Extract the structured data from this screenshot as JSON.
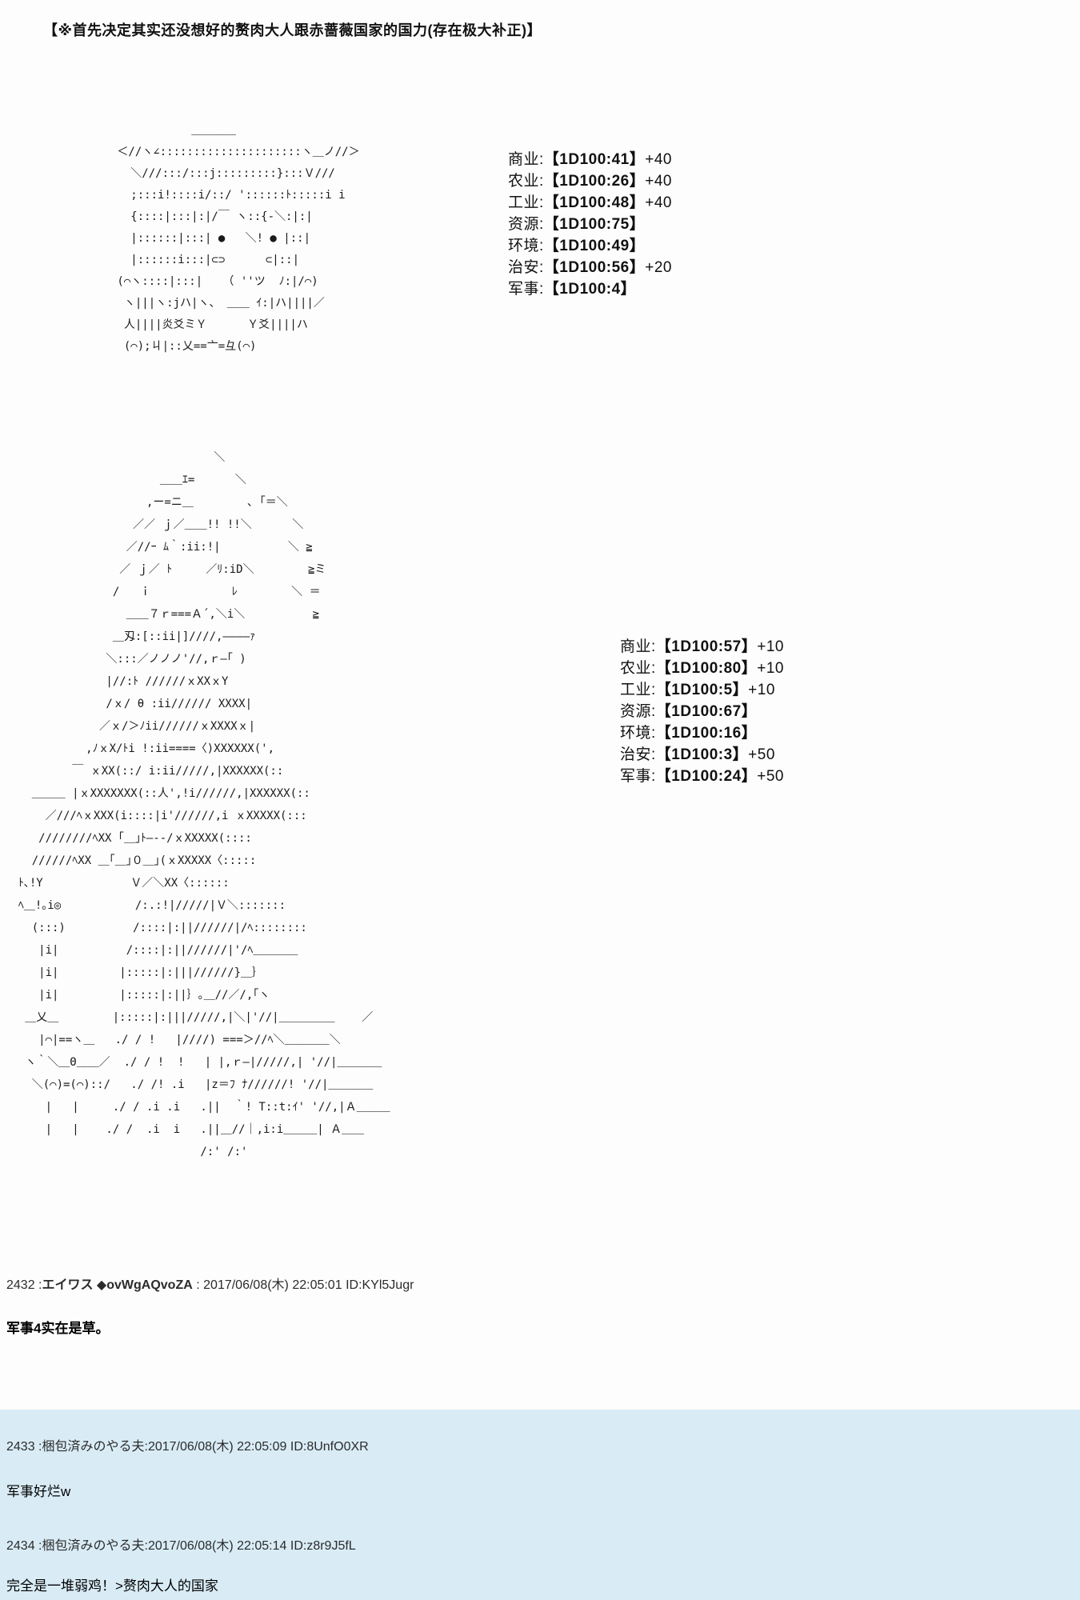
{
  "colors": {
    "page_bg": "#fdfdfd",
    "reply_section_bg": "#d9ecf6",
    "text": "#111111"
  },
  "title": "【※首先决定其实还没想好的赘肉大人跟赤蔷薇国家的国力(存在极大补正)】",
  "ascii_art_1": {
    "lines": [
      "            ＿＿＿＿",
      " ＜//ヽ∠:::::::::::::::::::::ヽ＿ノ//＞",
      "   ＼///:::/:::j:::::::::}:::Ｖ///",
      "   ;:::i!::::i/::/ '::::::ﾄ:::::i i",
      "   {::::|:::|:|/￣ ヽ::{-＼:|:|",
      "   |::::::|:::| ●   ＼! ● |::|",
      "   |::::::i:::|⊂⊃      ⊂|::|",
      " (⌒ヽ::::|:::|   （ ''ツ  ﾉ:|/⌒)",
      "  ヽ|||ヽ:jハ|ヽ、 ＿＿ ｲ:|ハ||||／",
      "  人||||炎爻ミＹ      Ｙ爻||||ハ",
      "  (⌒);ㄐ|::乂==亠=彑(⌒)"
    ]
  },
  "stats_block_1": {
    "rows": [
      {
        "label": "商业:",
        "dice": "【1D100:41】",
        "bonus": "+40"
      },
      {
        "label": "农业:",
        "dice": "【1D100:26】",
        "bonus": "+40"
      },
      {
        "label": "工业:",
        "dice": "【1D100:48】",
        "bonus": "+40"
      },
      {
        "label": "资源:",
        "dice": "【1D100:75】",
        "bonus": ""
      },
      {
        "label": "环境:",
        "dice": "【1D100:49】",
        "bonus": ""
      },
      {
        "label": "治安:",
        "dice": "【1D100:56】",
        "bonus": "+20"
      },
      {
        "label": "军事:",
        "dice": "【1D100:4】",
        "bonus": ""
      }
    ]
  },
  "ascii_art_2": {
    "lines": [
      "                               ＼",
      "                       ＿＿ｴ=      ＼",
      "                     ,ー=ニ＿        ､ ｢＝＼",
      "                   ／／ ｊ／＿＿!! !!＼      ＼",
      "                  ／//ｰ ﾑ｀:ii:!|          ＼ ≧",
      "                 ／ ｊ／ ﾄ     ／ﾘ:iD＼        ≧ミ",
      "                /   ｉ            ﾚ        ＼ ＝",
      "                  ＿＿７ｒ===Ａ´,＼i＼          ≧",
      "                ＿刄:[::ii|]////,――――ｧ",
      "               ＼:::／ノノノ'//,ｒ―｢ )",
      "               |//:ﾄ //////ｘXXｘY",
      "               /ｘ/ θ :ii////// XXXX|",
      "              ／ｘ/＞ﾉii//////ｘXXXXｘ|",
      "            ,ﾉｘX/ﾄi !:ii====〈)XXXXXX(',",
      "          ￣ ｘXX(::/ i:ii/////,|XXXXXX(::",
      "    ＿＿＿ |ｘXXXXXXX(::人',!i//////,|XXXXXX(::",
      "      ／///ﾍｘXXX(i::::|i'//////,i ｘXXXXX(:::",
      "     ////////ﾍXX ｢＿｣ﾄ―--/ｘXXXXX(::::",
      "    //////ﾍXX ＿｢＿｣０＿｣(ｘXXXXX〈:::::",
      "  ﾄ､!Y             Ｖ／＼XX〈::::::",
      "  ﾍ＿!｡i◎           /:.:!|/////|Ｖ＼:::::::",
      "    (:::)          /::::|:||//////|/ﾍ::::::::",
      "     |i|          /::::|:||//////|'/ﾍ＿＿＿＿",
      "     |i|         |:::::|:|||//////}＿｝",
      "     |i|         |:::::|:||｝｡＿//／/,｢ヽ",
      "   ＿乂＿        |:::::|:|||/////,|＼|'//|＿＿＿＿＿    ／",
      "     |⌒|==ヽ＿   ./ / !   |////) ===＞//ﾍ＼＿＿＿＿＼",
      "   ヽ｀＼＿Θ＿＿／  ./ / !  !   | |,ｒ―|/////,| '//|＿＿＿＿",
      "    ＼(⌒)=(⌒)::/   ./ /! .i   |z＝ﾌ ﾅ//////! '//|＿＿＿＿",
      "      |   |     ./ / .i .i   .||  ｀! T::t:ｲ' '//,|Ａ＿＿＿",
      "      |   |    ./ /  .i  i   .||＿//｜,i:i＿＿＿| Ａ＿＿",
      "                             /:' /:'"
    ]
  },
  "stats_block_2": {
    "rows": [
      {
        "label": "商业:",
        "dice": "【1D100:57】",
        "bonus": "+10"
      },
      {
        "label": "农业:",
        "dice": "【1D100:80】",
        "bonus": "+10"
      },
      {
        "label": "工业:",
        "dice": "【1D100:5】",
        "bonus": "+10"
      },
      {
        "label": "资源:",
        "dice": "【1D100:67】",
        "bonus": ""
      },
      {
        "label": "环境:",
        "dice": "【1D100:16】",
        "bonus": ""
      },
      {
        "label": "治安:",
        "dice": "【1D100:3】",
        "bonus": "+50"
      },
      {
        "label": "军事:",
        "dice": "【1D100:24】",
        "bonus": "+50"
      }
    ]
  },
  "posts": [
    {
      "number": "2432",
      "sep1": " :",
      "name": "エイワス ◆ovWgAQvoZA",
      "sep2": " :",
      "datetime": "2017/06/08(木) 22:05:01",
      "id": "ID:KYl5Jugr",
      "body": "军事4实在是草。"
    },
    {
      "number": "2433",
      "sep1": " :",
      "name": "梱包済みのやる夫",
      "sep2": ":",
      "datetime": "2017/06/08(木) 22:05:09",
      "id": "ID:8UnfO0XR",
      "body": "军事好烂w"
    },
    {
      "number": "2434",
      "sep1": " :",
      "name": "梱包済みのやる夫",
      "sep2": ":",
      "datetime": "2017/06/08(木) 22:05:14",
      "id": "ID:z8r9J5fL",
      "body": "完全是一堆弱鸡！>赘肉大人的国家"
    }
  ]
}
